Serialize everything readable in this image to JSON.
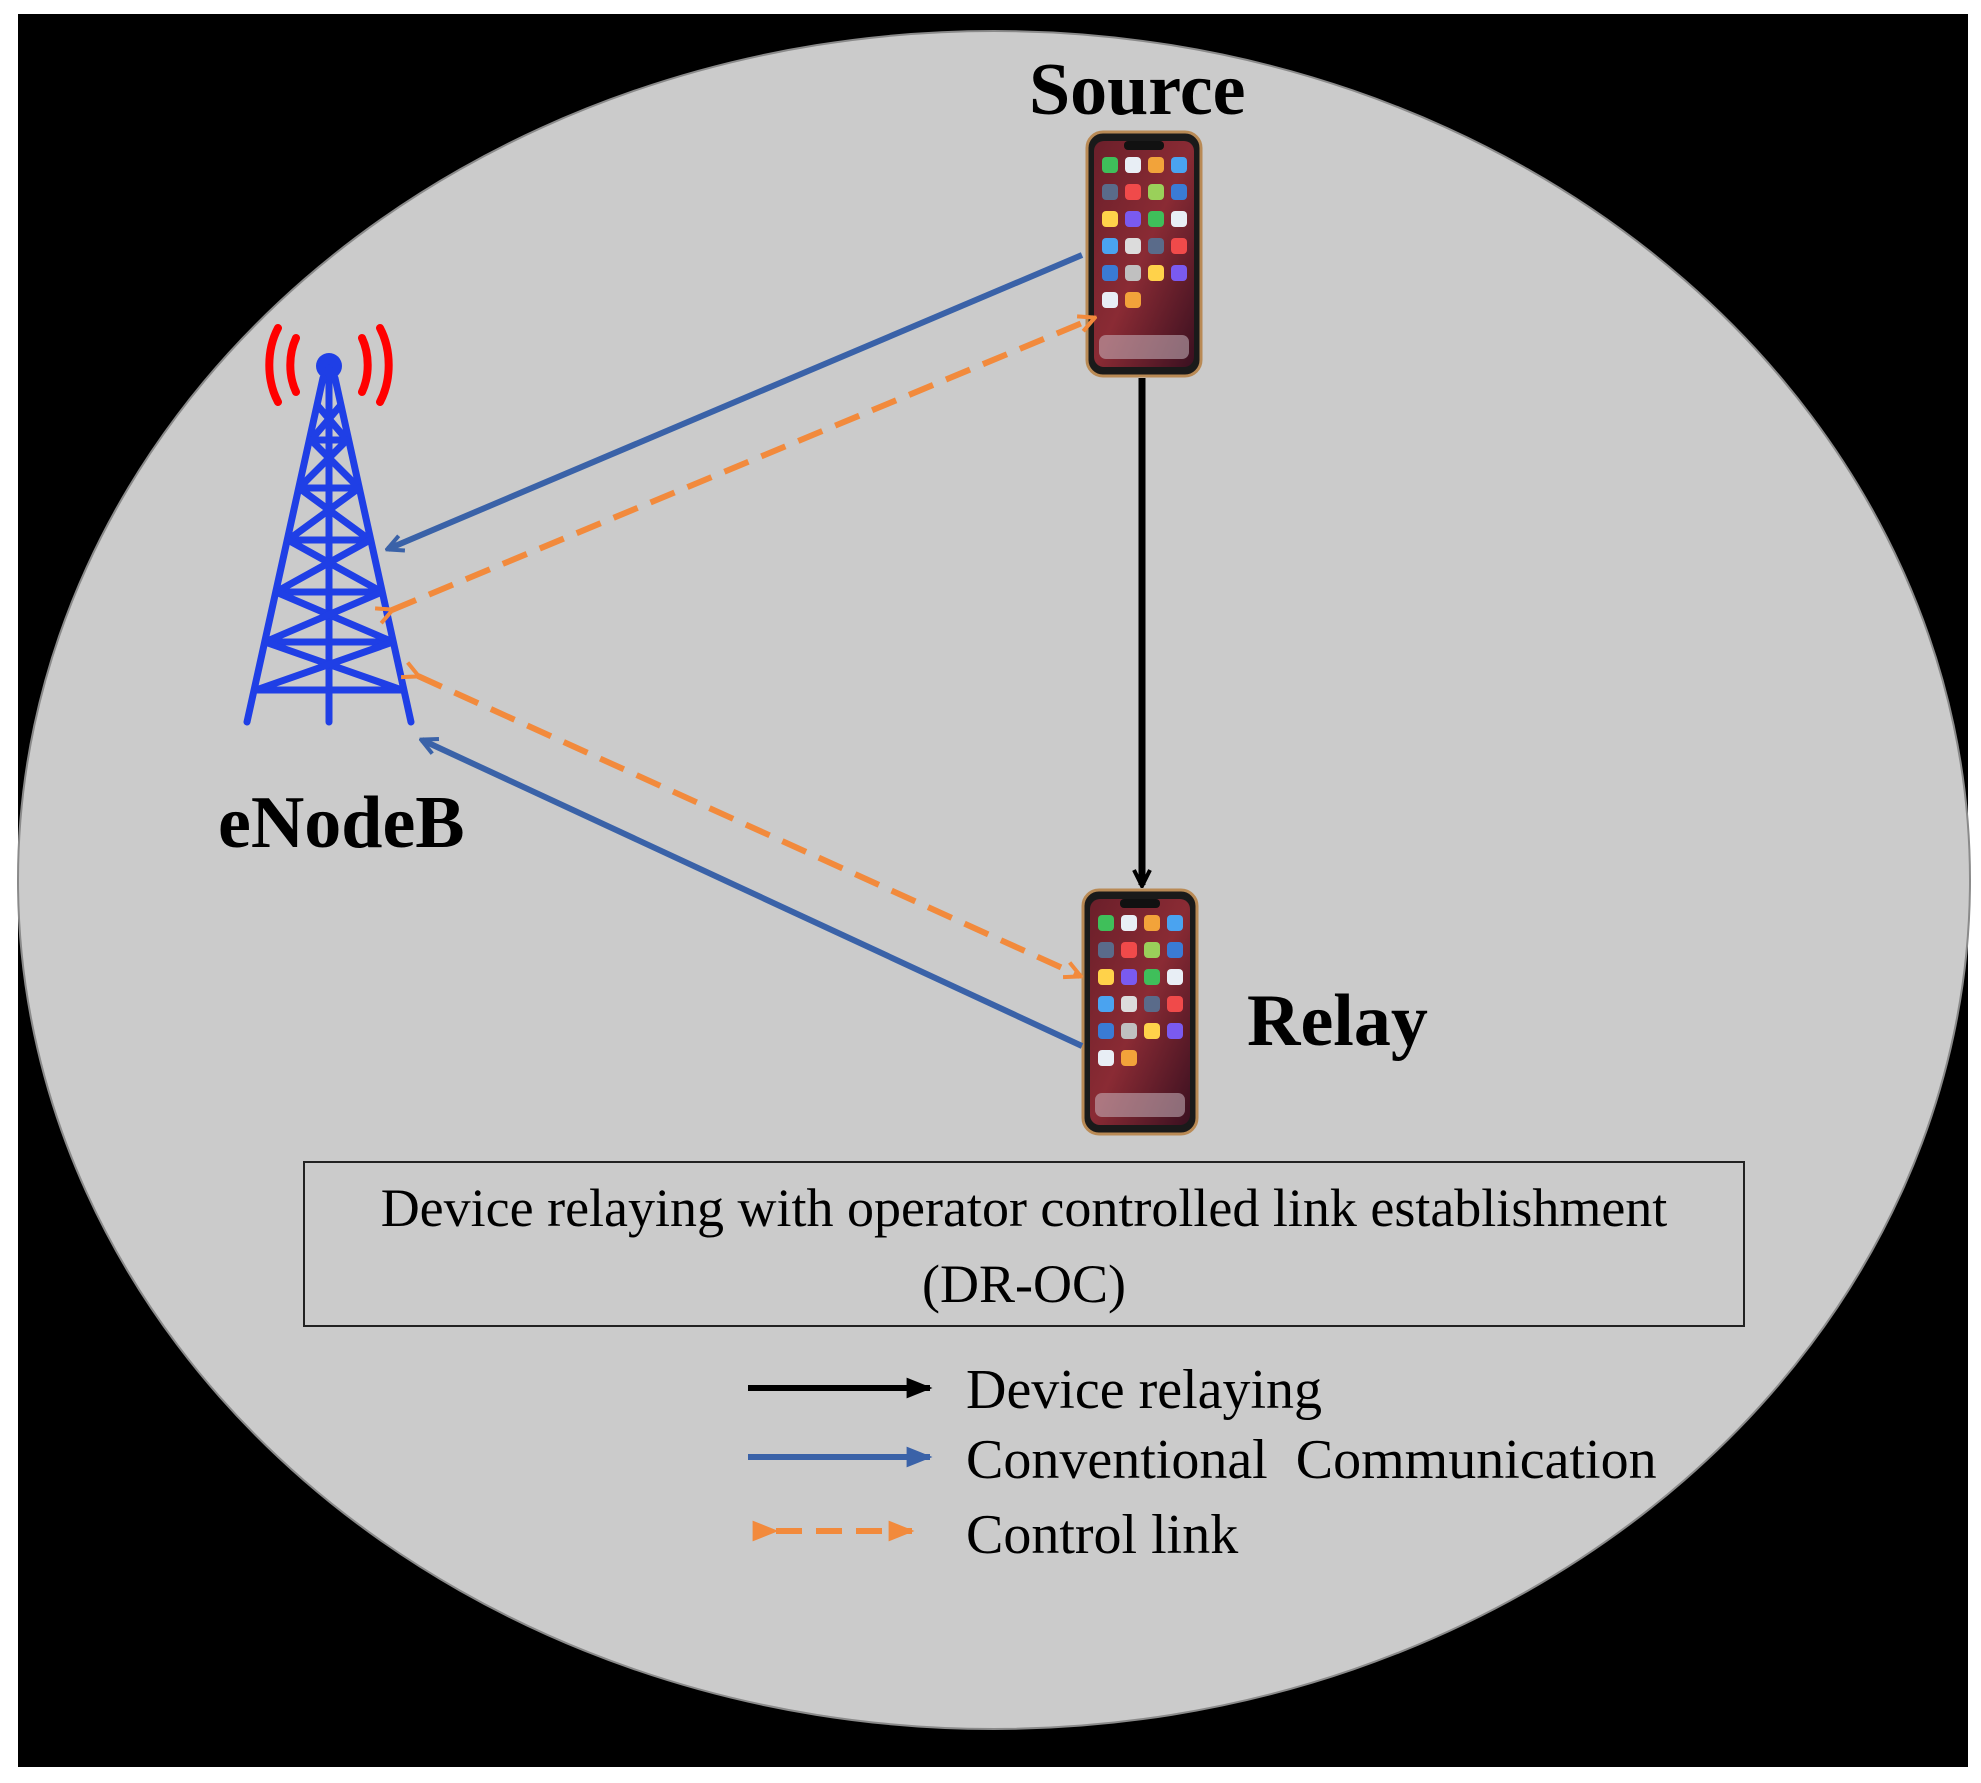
{
  "nodes": {
    "source": {
      "label": "Source"
    },
    "relay": {
      "label": "Relay"
    },
    "enodeb": {
      "label": "eNodeB"
    }
  },
  "caption": {
    "line1": "Device relaying with operator controlled link establishment",
    "line2": "(DR-OC)"
  },
  "legend": [
    {
      "label": "Device relaying",
      "style": "solid",
      "color": "#000000"
    },
    {
      "label": "Conventional  Communication",
      "style": "solid",
      "color": "#3a62a8"
    },
    {
      "label": "Control link",
      "style": "dashed",
      "color": "#f28a3c"
    }
  ],
  "colors": {
    "frame": "#000000",
    "cell": "#cbcbcb",
    "tower": "#1f3fe6",
    "signal": "#ff0000",
    "conventional": "#3a62a8",
    "control": "#f28a3c",
    "relaying": "#000000"
  },
  "icons": {
    "tower": "cell-tower-icon",
    "signal": "radio-waves-icon",
    "phone": "smartphone-icon"
  }
}
